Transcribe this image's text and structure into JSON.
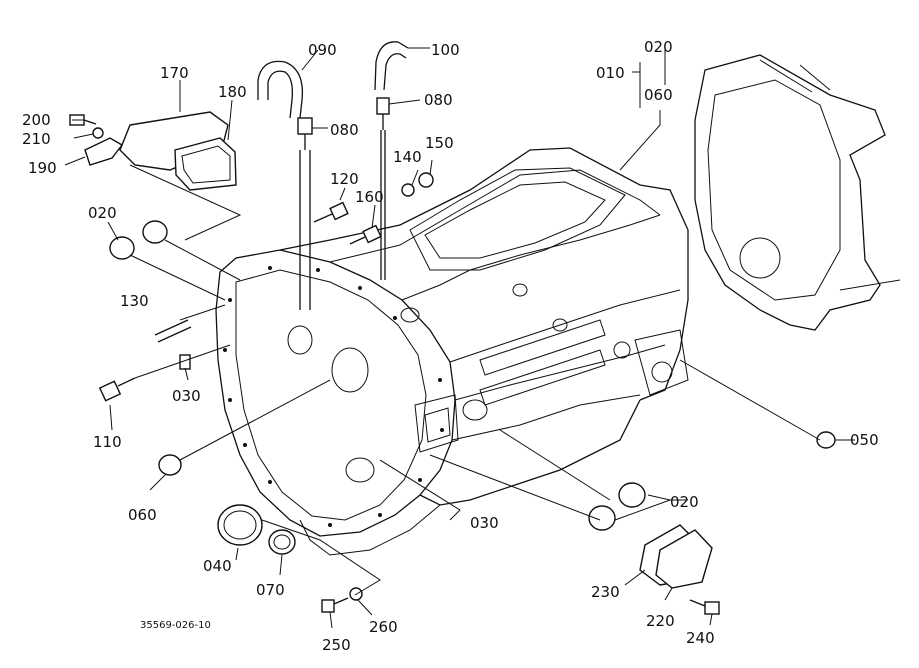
{
  "labels": {
    "p010": "010",
    "p020_top": "020",
    "p060_top": "060",
    "p100": "100",
    "p090": "090",
    "p080_a": "080",
    "p080_b": "080",
    "p170": "170",
    "p180": "180",
    "p200": "200",
    "p210": "210",
    "p190": "190",
    "p140": "140",
    "p150": "150",
    "p120": "120",
    "p160": "160",
    "p020_left": "020",
    "p130": "130",
    "p030_left": "030",
    "p110": "110",
    "p050": "050",
    "p060_bottom": "060",
    "p020_right": "020",
    "p030_bottom": "030",
    "p040": "040",
    "p070": "070",
    "p230": "230",
    "p220": "220",
    "p240": "240",
    "p250": "250",
    "p260": "260",
    "drawing_number": "35569-026-10"
  },
  "colors": {
    "line": "#111111",
    "background": "#ffffff"
  }
}
